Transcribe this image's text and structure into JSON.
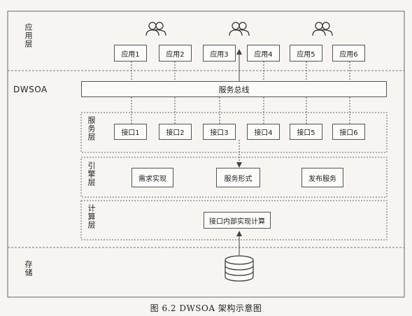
{
  "layers": {
    "app": "应用层",
    "dwsoa": "DWSOA",
    "service": "服务层",
    "engine": "引擎层",
    "compute": "计算层",
    "storage": "存储"
  },
  "apps": [
    "应用1",
    "应用2",
    "应用3",
    "应用4",
    "应用5",
    "应用6"
  ],
  "bus": "服务总线",
  "interfaces": [
    "接口1",
    "接口2",
    "接口3",
    "接口4",
    "接口5",
    "接口6"
  ],
  "engine_boxes": [
    "需求实现",
    "服务形式",
    "发布服务"
  ],
  "compute_box": "接口内部实现计算",
  "caption": "图 6.2   DWSOA 架构示意图",
  "colors": {
    "line": "#555555",
    "background": "#f6f5f2"
  }
}
